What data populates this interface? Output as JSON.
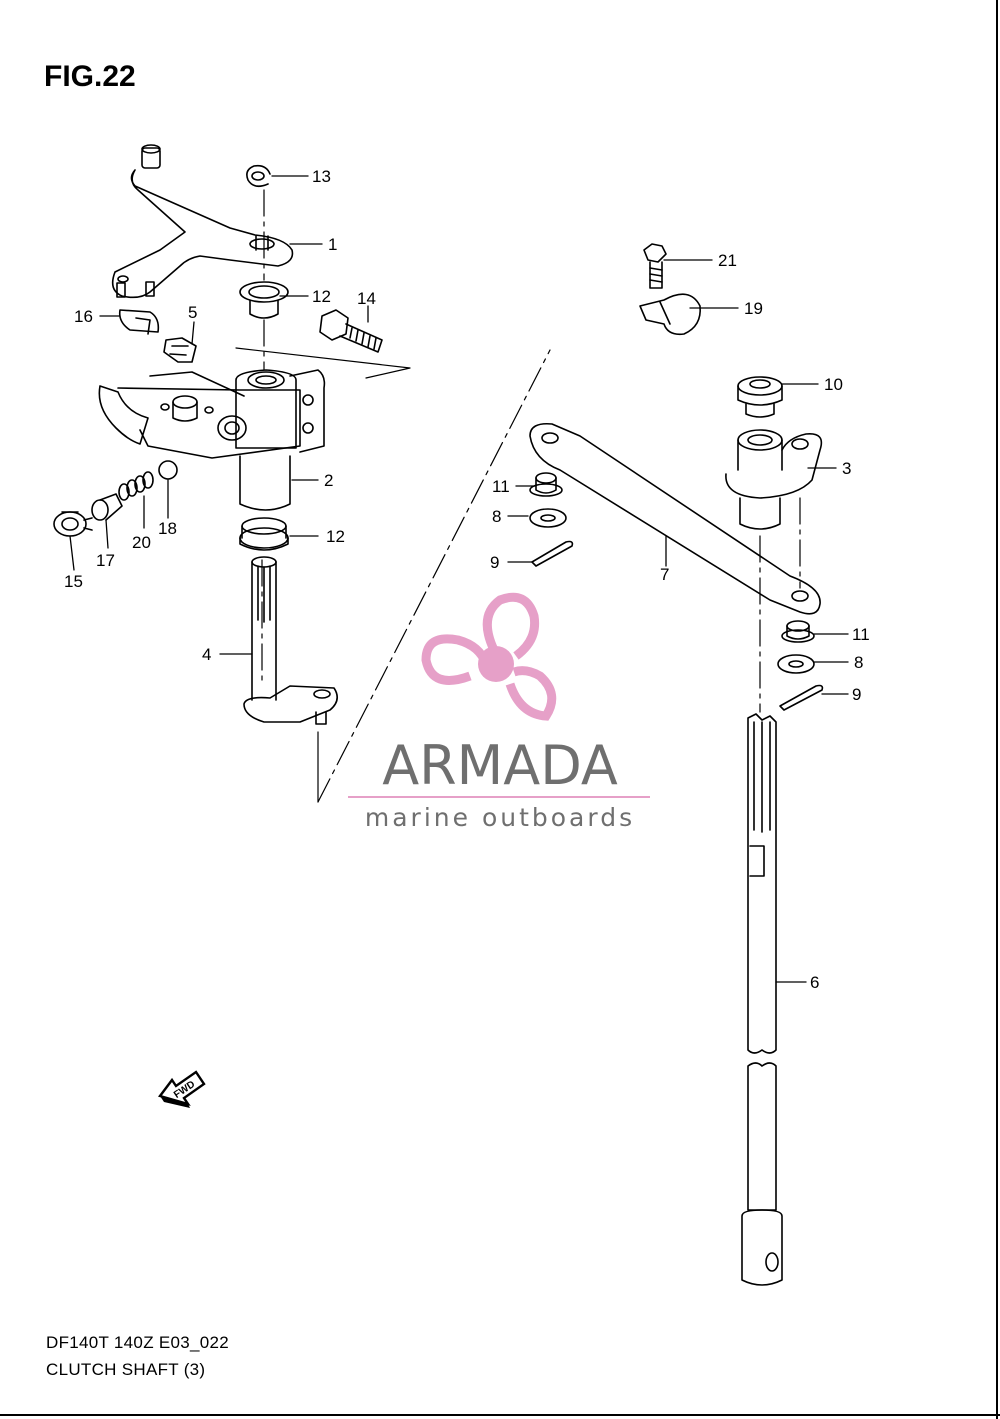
{
  "figure": {
    "title": "FIG.22"
  },
  "footer": {
    "model": "DF140T 140Z E03_022",
    "name": "CLUTCH SHAFT (3)"
  },
  "watermark": {
    "brand": "ARMADA",
    "tagline": "marine outboards",
    "accent_color": "#e6a0c8",
    "text_color": "#6f6f6f"
  },
  "fwd_badge": {
    "text": "FWD",
    "icon": "forward-arrow-icon"
  },
  "callouts": [
    "13",
    "1",
    "12",
    "14",
    "16",
    "5",
    "2",
    "12",
    "20",
    "18",
    "15",
    "17",
    "4",
    "21",
    "19",
    "10",
    "3",
    "11",
    "8",
    "9",
    "7",
    "11",
    "8",
    "9",
    "6"
  ]
}
